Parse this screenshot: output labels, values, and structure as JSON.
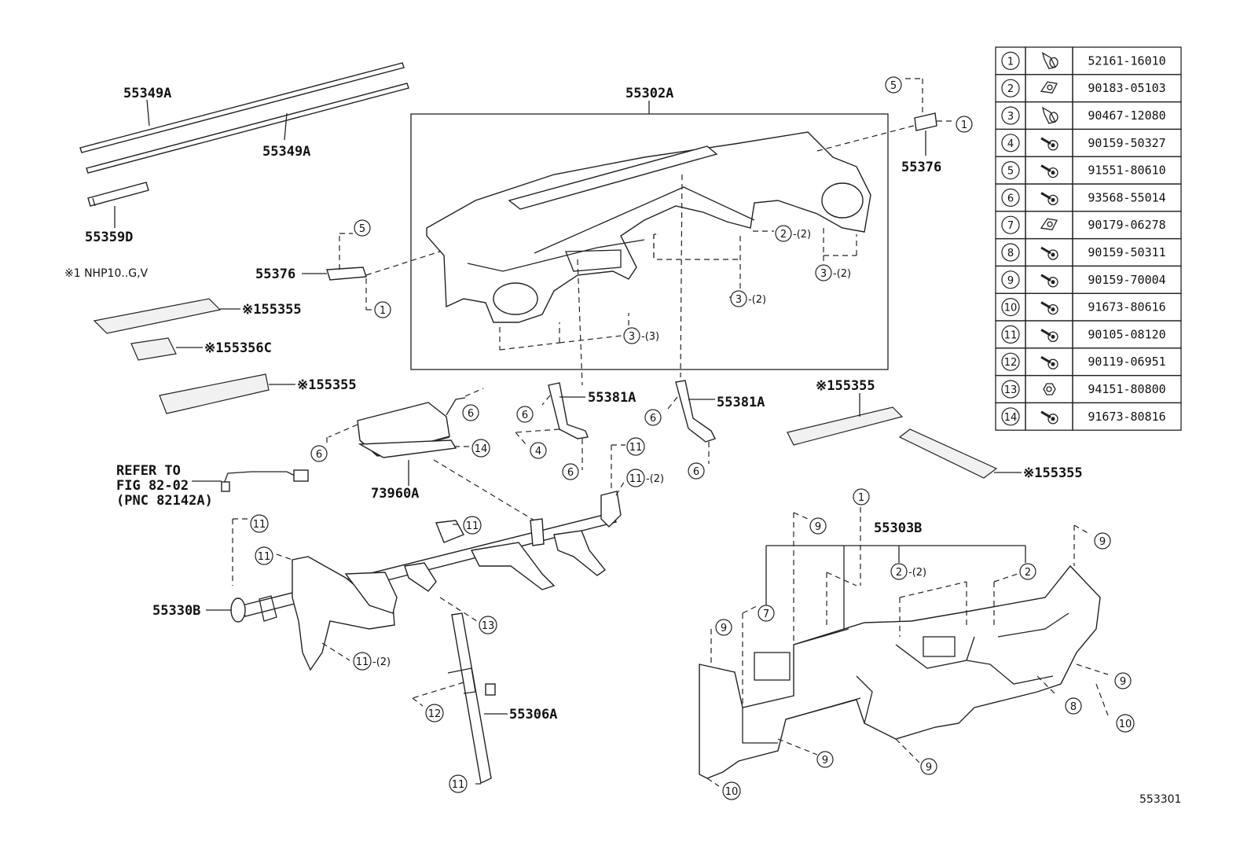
{
  "labels": {
    "strip_upper": "55349A",
    "strip_lower": "55349A",
    "small_strip": "55359D",
    "note": "※1 NHP10..G,V",
    "bracket_left": "55376",
    "pad_left_upper": "※155355",
    "pad_left_small": "※155356C",
    "pad_left_lower": "※155355",
    "panel": "55302A",
    "bracket_right": "55376",
    "airbag": "73960A",
    "refer_line1": "REFER TO",
    "refer_line2": "FIG 82-02",
    "refer_line3": "(PNC 82142A)",
    "brace_mid": "55381A",
    "brace_right": "55381A",
    "pad_right_upper": "※155355",
    "pad_right_lower": "※155355",
    "lower_panel": "55303B",
    "reinforcement": "55330B",
    "brace_lower": "55306A",
    "figure_id": "553301"
  },
  "callouts": {
    "c_5a": "5",
    "c_1a": "1",
    "c_5b": "5",
    "c_1b": "1",
    "c_2_2": "2",
    "c_2_2_q": "-(2)",
    "c_3_2a": "3",
    "c_3_2a_q": "-(2)",
    "c_3_2b": "3",
    "c_3_2b_q": "-(2)",
    "c_3_3": "3",
    "c_3_3_q": "-(3)",
    "c_6a": "6",
    "c_6b": "6",
    "c_6c": "6",
    "c_6d": "6",
    "c_6e": "6",
    "c_6f": "6",
    "c_4": "4",
    "c_14": "14",
    "c_11a": "11",
    "c_11b": "11",
    "c_11b_q": "-(2)",
    "c_11c": "11",
    "c_11d": "11",
    "c_11e": "11",
    "c_11f": "11",
    "c_11f_q": "-(2)",
    "c_11g": "11",
    "c_13": "13",
    "c_12": "12",
    "c_1c": "1",
    "c_9a": "9",
    "c_9b": "9",
    "c_9c": "9",
    "c_9d": "9",
    "c_9e": "9",
    "c_9f": "9",
    "c_2b": "2",
    "c_2b_q": "-(2)",
    "c_2c": "2",
    "c_7": "7",
    "c_8": "8",
    "c_10a": "10",
    "c_10b": "10"
  },
  "fastener_table": [
    {
      "no": "1",
      "part": "52161-16010",
      "icon": "clip-icon"
    },
    {
      "no": "2",
      "part": "90183-05103",
      "icon": "nut-clip-icon"
    },
    {
      "no": "3",
      "part": "90467-12080",
      "icon": "clip-icon"
    },
    {
      "no": "4",
      "part": "90159-50327",
      "icon": "screw-icon"
    },
    {
      "no": "5",
      "part": "91551-80610",
      "icon": "bolt-icon"
    },
    {
      "no": "6",
      "part": "93568-55014",
      "icon": "screw-icon"
    },
    {
      "no": "7",
      "part": "90179-06278",
      "icon": "nut-clip-icon"
    },
    {
      "no": "8",
      "part": "90159-50311",
      "icon": "screw-icon"
    },
    {
      "no": "9",
      "part": "90159-70004",
      "icon": "screw-icon"
    },
    {
      "no": "10",
      "part": "91673-80616",
      "icon": "bolt-icon"
    },
    {
      "no": "11",
      "part": "90105-08120",
      "icon": "bolt-icon"
    },
    {
      "no": "12",
      "part": "90119-06951",
      "icon": "bolt-icon"
    },
    {
      "no": "13",
      "part": "94151-80800",
      "icon": "nut-icon"
    },
    {
      "no": "14",
      "part": "91673-80816",
      "icon": "bolt-icon"
    }
  ]
}
